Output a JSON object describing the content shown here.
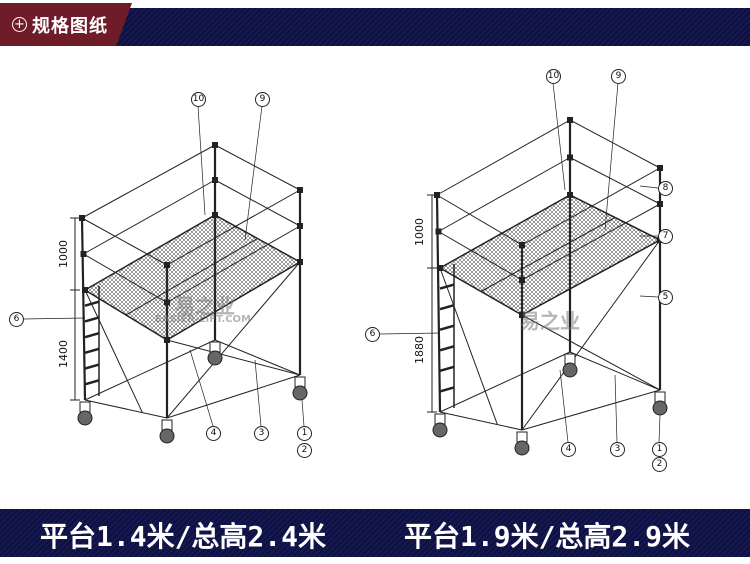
{
  "header": {
    "title": "规格图纸",
    "icon": "plus-circle-icon"
  },
  "drawings": [
    {
      "callouts": {
        "c10": "10",
        "c9": "9",
        "c6": "6",
        "c4": "4",
        "c3": "3",
        "c1": "1",
        "c2": "2"
      },
      "dimensions": {
        "upper": "1000",
        "lower": "1400"
      },
      "caption": "平台1.4米/总高2.4米"
    },
    {
      "callouts": {
        "c10": "10",
        "c9": "9",
        "c8": "8",
        "c7": "7",
        "c5": "5",
        "c6": "6",
        "c4": "4",
        "c3": "3",
        "c1": "1",
        "c2": "2"
      },
      "dimensions": {
        "upper": "1000",
        "lower": "1880"
      },
      "caption": "平台1.9米/总高2.9米"
    }
  ],
  "watermark": {
    "name": "易之业",
    "url": "EASIER-LIFT.COM"
  },
  "colors": {
    "header_tab": "#6e1c28",
    "band": "#12164a"
  }
}
